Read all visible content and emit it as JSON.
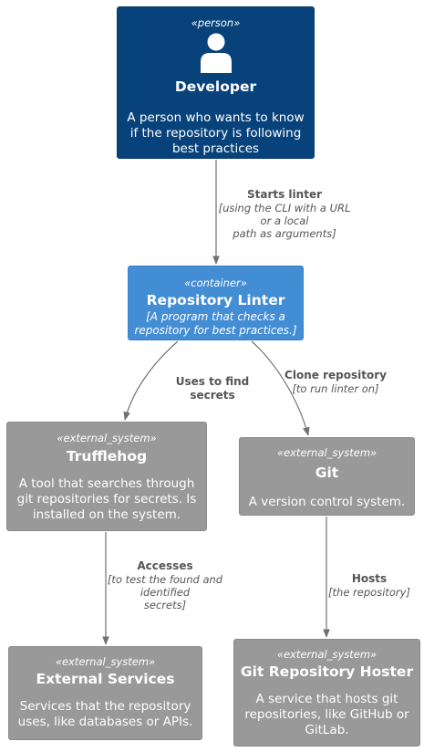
{
  "nodes": {
    "developer": {
      "stereotype": "«person»",
      "name": "Developer",
      "description": "A person who wants to know\nif the repository is following\nbest practices",
      "color": "#08427b"
    },
    "linter": {
      "stereotype": "«container»",
      "name": "Repository Linter",
      "technology": "[A program that checks a\nrepository for best practices.]",
      "color": "#438dd5"
    },
    "trufflehog": {
      "stereotype": "«external_system»",
      "name": "Trufflehog",
      "description": "A tool that searches through\ngit repositories for secrets. Is\ninstalled on the system.",
      "color": "#999999"
    },
    "git": {
      "stereotype": "«external_system»",
      "name": "Git",
      "description": "A version control system.",
      "color": "#999999"
    },
    "external": {
      "stereotype": "«external_system»",
      "name": "External Services",
      "description": "Services that the repository\nuses, like databases or APIs.",
      "color": "#999999"
    },
    "hoster": {
      "stereotype": "«external_system»",
      "name": "Git Repository Hoster",
      "description": "A service that hosts git\nrepositories, like GitHub or\nGitLab.",
      "color": "#999999"
    }
  },
  "edges": {
    "starts": {
      "label": "Starts linter",
      "technology": "[using the CLI with a URL\nor a local\npath as arguments]"
    },
    "secrets": {
      "label": "Uses to find secrets"
    },
    "clone": {
      "label": "Clone repository",
      "technology": "[to run linter on]"
    },
    "accesses": {
      "label": "Accesses",
      "technology": "[to test the found and\nidentified\nsecrets]"
    },
    "hosts": {
      "label": "Hosts",
      "technology": "[the repository]"
    }
  },
  "icons": {
    "person": "person-icon"
  },
  "colors": {
    "edge": "#707070",
    "edge_text": "#555555"
  }
}
